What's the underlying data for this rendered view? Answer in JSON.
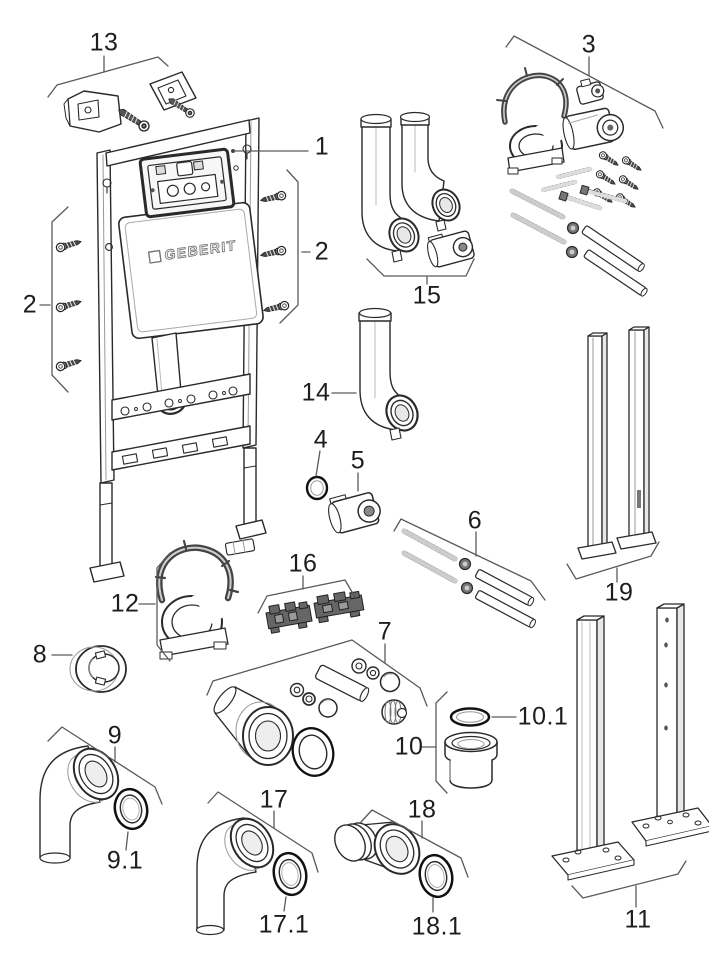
{
  "diagram": {
    "brand_logo": "GEBERIT",
    "background_color": "#ffffff",
    "line_color": "#222222",
    "label_color": "#1d1d1d",
    "labels": {
      "part13": "13",
      "part3": "3",
      "part1": "1",
      "part2_right": "2",
      "part2_left": "2",
      "part15": "15",
      "part14": "14",
      "part4": "4",
      "part5": "5",
      "part6": "6",
      "part19": "19",
      "part12": "12",
      "part16": "16",
      "part8": "8",
      "part7": "7",
      "part9": "9",
      "part9_1": "9.1",
      "part10": "10",
      "part10_1": "10.1",
      "part17": "17",
      "part17_1": "17.1",
      "part18": "18",
      "part18_1": "18.1",
      "part11": "11"
    }
  }
}
